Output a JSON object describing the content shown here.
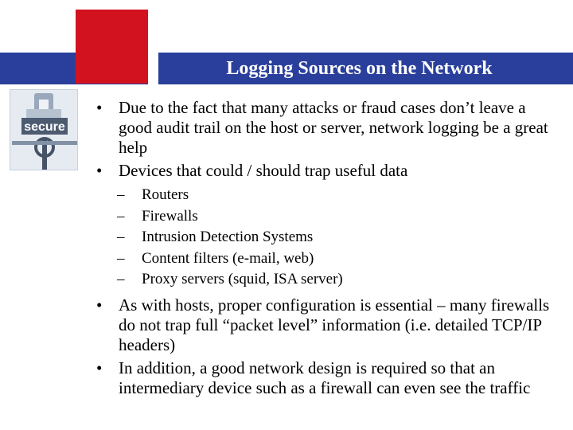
{
  "slide": {
    "title": "Logging Sources on the Network"
  },
  "bullets": [
    {
      "text": "Due to the fact that many attacks or fraud cases don’t leave a good audit trail on the host or server, network logging be a great help"
    },
    {
      "text": "Devices that could / should trap useful data",
      "sub": [
        "Routers",
        "Firewalls",
        "Intrusion Detection Systems",
        "Content filters (e-mail, web)",
        "Proxy servers (squid, ISA server)"
      ]
    },
    {
      "text": "As with hosts, proper configuration is essential – many firewalls do not trap full “packet level” information (i.e. detailed TCP/IP headers)"
    },
    {
      "text": "In addition, a good network design is required so that an intermediary device such as a firewall can even see the traffic"
    }
  ],
  "image": {
    "label": "secure",
    "icon": "padlock-secure-icon"
  },
  "colors": {
    "bar": "#2a3f9c",
    "accent": "#d3121f"
  }
}
